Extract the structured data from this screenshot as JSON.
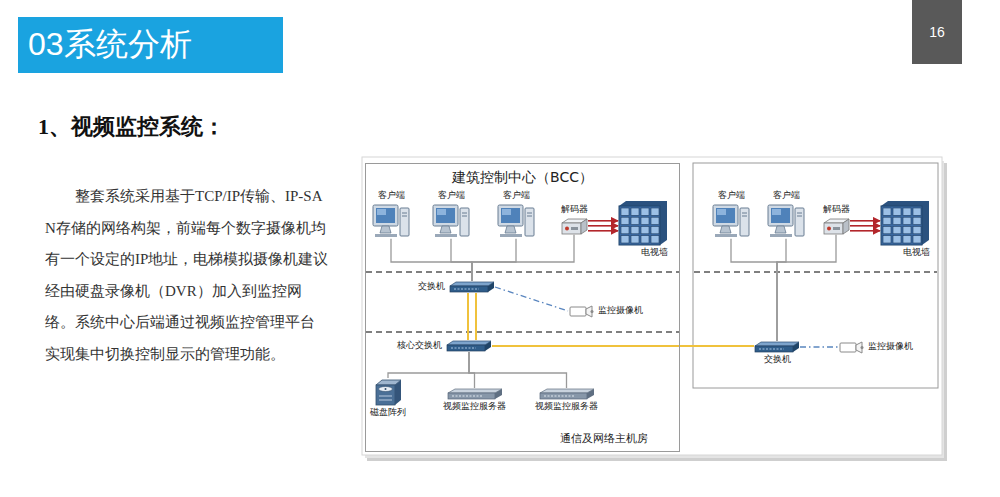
{
  "diagram": {
    "title": "03系统分析",
    "nodes": [
      {
        "text": [
          "建筑控制中心（BCC）"
        ]
      },
      {
        "text": [
          "客户端"
        ],
        "in": 0
      },
      {
        "text": [
          "客户端"
        ],
        "in": 0
      },
      {
        "text": [
          "客户端"
        ],
        "in": 0
      },
      {
        "text": [
          "解码器"
        ],
        "in": 0
      },
      {
        "text": [
          "电视墙"
        ],
        "in": 0
      },
      {
        "text": [
          "交换机"
        ],
        "in": 0
      },
      {
        "text": [
          "监控摄像机"
        ],
        "in": 0
      },
      {
        "text": [
          "核心交换机"
        ],
        "in": 0
      },
      {
        "text": [
          "磁盘阵列"
        ],
        "in": 0
      },
      {
        "text": [
          "视频监控服务器"
        ],
        "in": 0
      },
      {
        "text": [
          "视频监控服务器"
        ],
        "in": 0
      },
      {
        "text": [
          "客户端"
        ]
      },
      {
        "text": [
          "客户端"
        ]
      },
      {
        "text": [
          "解码器"
        ]
      },
      {
        "text": [
          "电视墙"
        ]
      },
      {
        "text": [
          "交换机"
        ]
      },
      {
        "text": [
          "监控摄像机"
        ]
      }
    ],
    "edges": [
      {
        "from": 1,
        "to": 6,
        "arrow": "none"
      },
      {
        "from": 2,
        "to": 6,
        "arrow": "none"
      },
      {
        "from": 3,
        "to": 6,
        "arrow": "none"
      },
      {
        "from": 4,
        "to": 6,
        "arrow": "none"
      },
      {
        "from": 4,
        "to": 5,
        "arrow": "to"
      },
      {
        "from": 6,
        "to": 7,
        "arrow": "none"
      },
      {
        "from": 6,
        "to": 8,
        "arrow": "none"
      },
      {
        "from": 8,
        "to": 9,
        "arrow": "none"
      },
      {
        "from": 8,
        "to": 10,
        "arrow": "none"
      },
      {
        "from": 8,
        "to": 11,
        "arrow": "none"
      },
      {
        "from": 8,
        "to": 16,
        "arrow": "none"
      },
      {
        "from": 16,
        "to": 17,
        "arrow": "none"
      },
      {
        "from": 12,
        "to": 16,
        "arrow": "none"
      },
      {
        "from": 13,
        "to": 16,
        "arrow": "none"
      },
      {
        "from": 14,
        "to": 16,
        "arrow": "none"
      },
      {
        "from": 14,
        "to": 15,
        "arrow": "to"
      }
    ],
    "labels": [
      "16",
      "1、视频监控系统：",
      "整套系统采用基于TCP/IP传输、IP-SAN存储的网络构架，前端每个数字摄像机均有一个设定的IP地址，电梯模拟摄像机建议经由硬盘录像机（DVR）加入到监控网络。系统中心后端通过视频监控管理平台实现集中切换控制显示的管理功能。",
      "通信及网络主机房"
    ]
  }
}
